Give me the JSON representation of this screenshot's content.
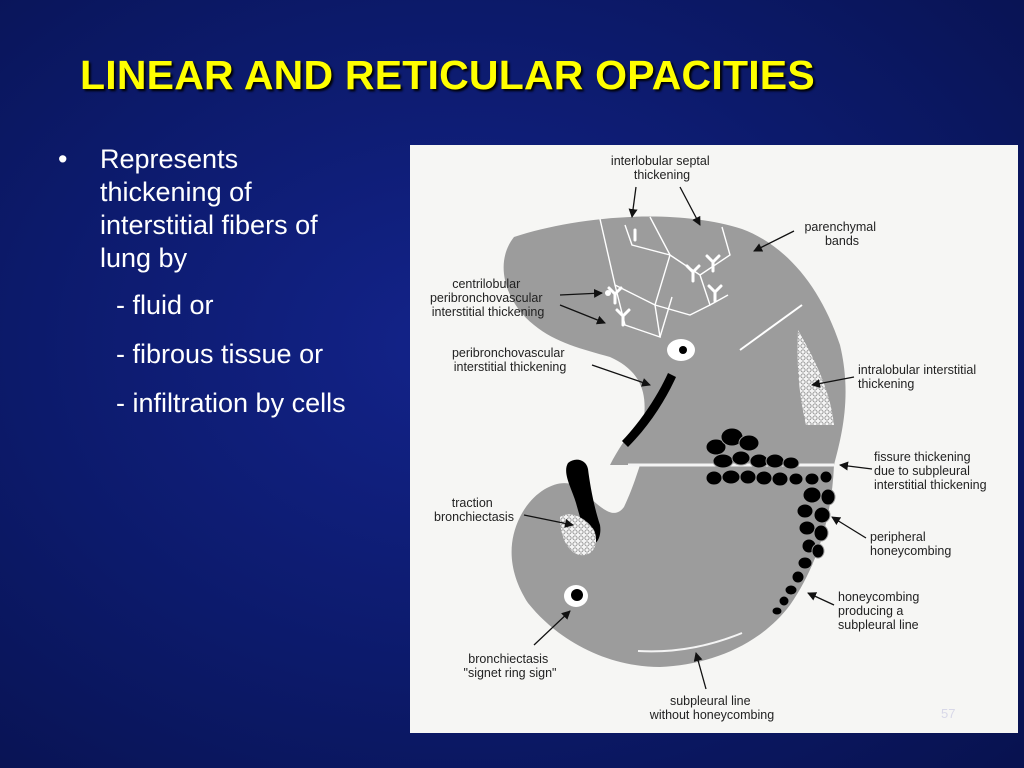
{
  "slide": {
    "title": "LINEAR AND RETICULAR OPACITIES",
    "bullet": {
      "marker": "•",
      "text_lines": [
        "Represents",
        "thickening of",
        "interstitial fibers of",
        "lung by"
      ],
      "sub_items": [
        "- fluid or",
        "- fibrous tissue or",
        "- infiltration by cells"
      ]
    },
    "slide_number": "57"
  },
  "figure": {
    "labels": {
      "interlobular": [
        "interlobular septal",
        "thickening"
      ],
      "parenchymal": [
        "parenchymal",
        "bands"
      ],
      "centrilobular": [
        "centrilobular",
        "peribronchovascular",
        "interstitial thickening"
      ],
      "peribronchovascular": [
        "peribronchovascular",
        "interstitial thickening"
      ],
      "intralobular": [
        "intralobular interstitial",
        "thickening"
      ],
      "fissure": [
        "fissure thickening",
        "due to subpleural",
        "interstitial thickening"
      ],
      "traction": [
        "traction",
        "bronchiectasis"
      ],
      "peripheral": [
        "peripheral",
        "honeycombing"
      ],
      "honeycomb_line": [
        "honeycombing",
        "producing a",
        "subpleural line"
      ],
      "signet": [
        "bronchiectasis",
        "\"signet ring  sign\""
      ],
      "subpleural": [
        "subpleural line",
        "without honeycombing"
      ]
    }
  }
}
